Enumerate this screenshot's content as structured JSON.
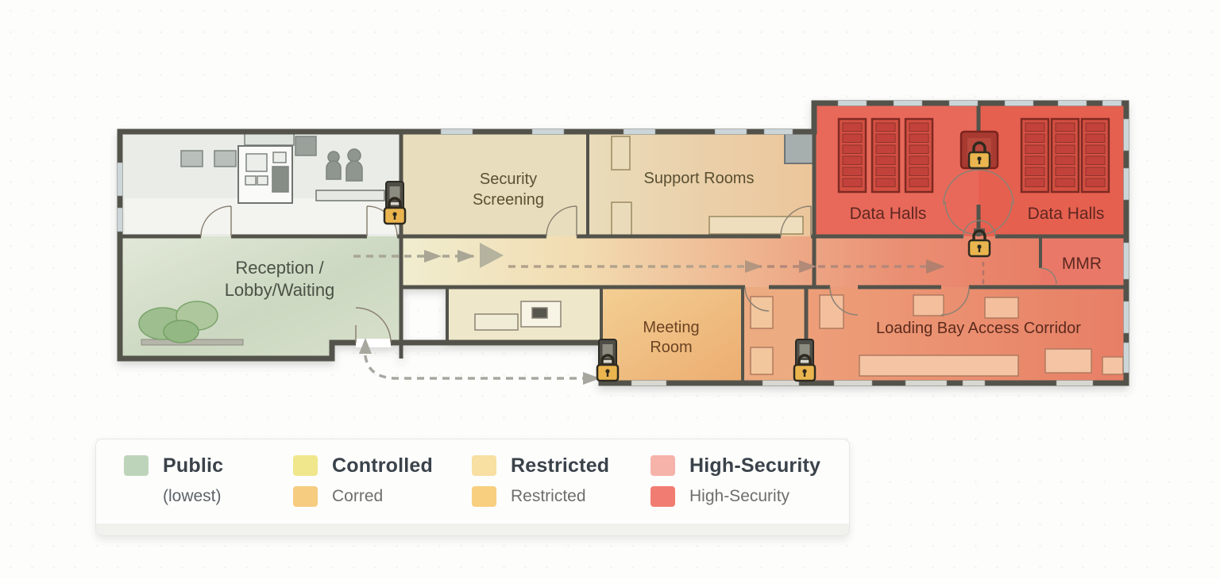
{
  "floorplan": {
    "rooms": {
      "reception": {
        "label_line1": "Reception /",
        "label_line2": "Lobby/Waiting",
        "zone_color": "#ccd8c1"
      },
      "security_screening": {
        "label_line1": "Security",
        "label_line2": "Screening",
        "zone_color": "#e8debd"
      },
      "support_rooms": {
        "label": "Support Rooms",
        "zone_color": "#e9dcba"
      },
      "data_halls_left": {
        "label": "Data Halls",
        "zone_color": "#e8695a"
      },
      "data_halls_right": {
        "label": "Data Halls",
        "zone_color": "#e6614f"
      },
      "mmr": {
        "label": "MMR",
        "zone_color": "#ea7868"
      },
      "meeting_room": {
        "label_line1": "Meeting",
        "label_line2": "Room",
        "zone_color": "#f2cb8d"
      },
      "loading_bay": {
        "label": "Loading Bay Access Corridor",
        "zone_color": "#ec9a74"
      }
    },
    "icons": {
      "lock": "padlock-icon",
      "reader": "card-reader-icon",
      "arrow": "dashed-path-arrow"
    },
    "lock_color": "#eab54e",
    "wall_color": "#53524b",
    "arrow_color": "#a9a695"
  },
  "legend": {
    "items": [
      {
        "label": "Public",
        "sublabel": "(lowest)",
        "swatch": "#bed4ba",
        "sub_swatch": ""
      },
      {
        "label": "Controlled",
        "sublabel": "Corred",
        "swatch": "#f0e78c",
        "sub_swatch": "#f6cc80"
      },
      {
        "label": "Restricted",
        "sublabel": "Restricted",
        "swatch": "#f8dfa2",
        "sub_swatch": "#f8cf7f"
      },
      {
        "label": "High-Security",
        "sublabel": "High-Security",
        "swatch": "#f6b3aa",
        "sub_swatch": "#f17d72"
      }
    ]
  }
}
